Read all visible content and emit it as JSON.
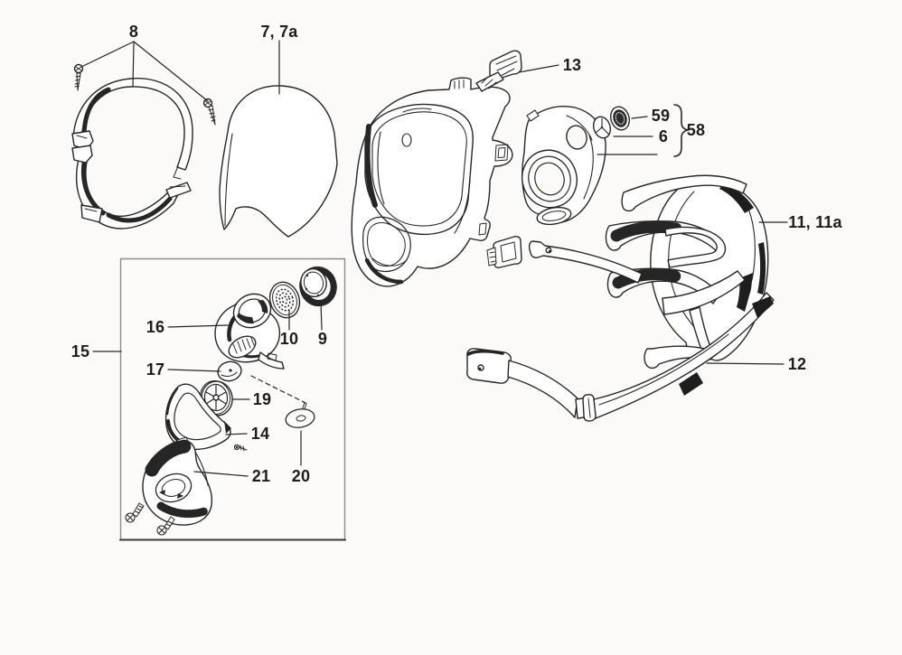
{
  "diagram": {
    "background": "#fbfaf8",
    "ink": "#262626",
    "labels": {
      "n8": "8",
      "n7": "7, 7a",
      "n13": "13",
      "n59": "59",
      "n6": "6",
      "n58": "58",
      "n11": "11, 11a",
      "n12": "12",
      "n15": "15",
      "n16": "16",
      "n10": "10",
      "n9": "9",
      "n17": "17",
      "n19": "19",
      "n14": "14",
      "n21": "21",
      "n20": "20"
    }
  }
}
